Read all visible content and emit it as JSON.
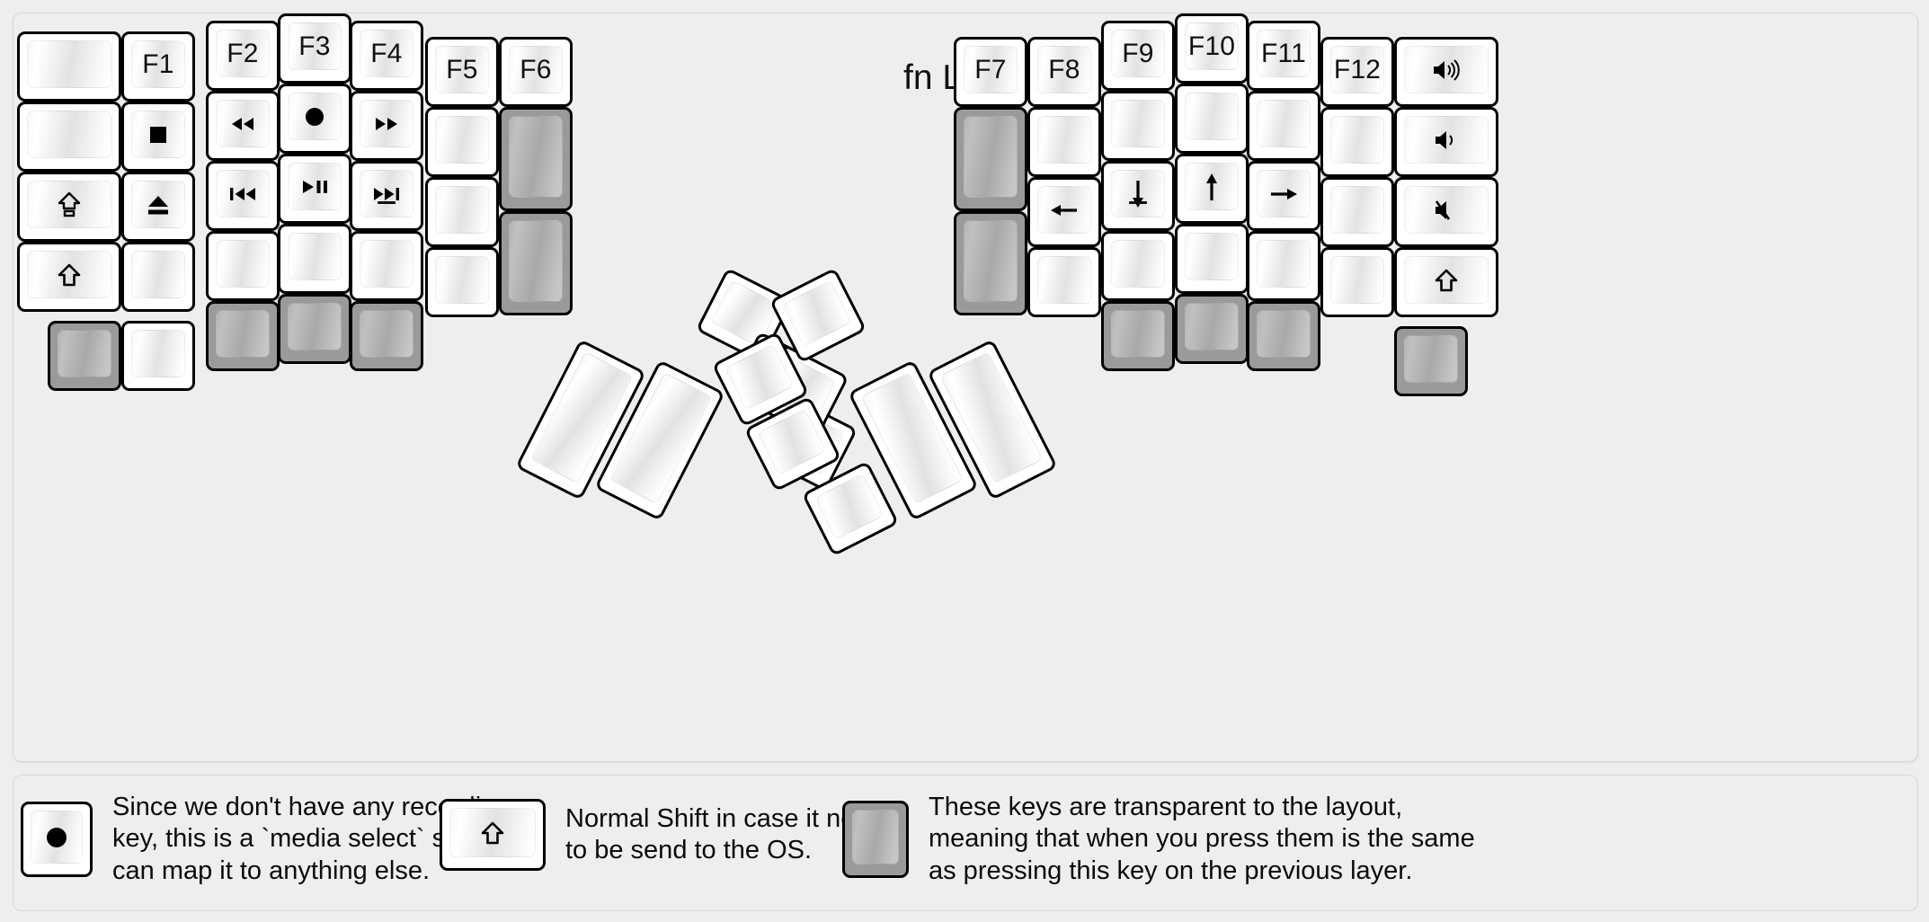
{
  "title": "fn Layer",
  "colors": {
    "background": "#eeeeee",
    "key_face": "#ffffff",
    "key_border": "#000000",
    "transparent_key": "#9a9a9a",
    "text": "#111111"
  },
  "left_half": {
    "columns": [
      {
        "name": "col-pinky-outer",
        "keys": [
          {
            "label": "",
            "icon": "",
            "type": "normal",
            "width": "1.5u"
          },
          {
            "label": "",
            "icon": "",
            "type": "normal",
            "width": "1.5u"
          },
          {
            "label": "",
            "icon": "caps-lock-icon",
            "type": "normal",
            "width": "1.5u"
          },
          {
            "label": "",
            "icon": "shift-icon",
            "type": "normal",
            "width": "1.5u"
          },
          {
            "label": "",
            "icon": "",
            "type": "transparent",
            "width": "1u"
          }
        ]
      },
      {
        "name": "col-pinky",
        "keys": [
          {
            "label": "F1",
            "icon": "",
            "type": "normal"
          },
          {
            "label": "",
            "icon": "media-stop-icon",
            "type": "normal"
          },
          {
            "label": "",
            "icon": "media-eject-icon",
            "type": "normal"
          },
          {
            "label": "",
            "icon": "",
            "type": "normal"
          },
          {
            "label": "",
            "icon": "",
            "type": "normal"
          }
        ]
      },
      {
        "name": "col-ring",
        "keys": [
          {
            "label": "F2",
            "icon": "",
            "type": "normal"
          },
          {
            "label": "",
            "icon": "media-rewind-icon",
            "type": "normal"
          },
          {
            "label": "",
            "icon": "media-previous-icon",
            "type": "normal"
          },
          {
            "label": "",
            "icon": "",
            "type": "normal"
          },
          {
            "label": "",
            "icon": "",
            "type": "transparent"
          }
        ]
      },
      {
        "name": "col-middle",
        "keys": [
          {
            "label": "F3",
            "icon": "",
            "type": "normal"
          },
          {
            "label": "",
            "icon": "media-record-icon",
            "type": "normal"
          },
          {
            "label": "",
            "icon": "media-play-pause-icon",
            "type": "normal"
          },
          {
            "label": "",
            "icon": "",
            "type": "normal"
          },
          {
            "label": "",
            "icon": "",
            "type": "transparent"
          }
        ]
      },
      {
        "name": "col-index",
        "keys": [
          {
            "label": "F4",
            "icon": "",
            "type": "normal"
          },
          {
            "label": "",
            "icon": "media-fast-forward-icon",
            "type": "normal"
          },
          {
            "label": "",
            "icon": "media-next-icon",
            "type": "normal",
            "homing": true
          },
          {
            "label": "",
            "icon": "",
            "type": "normal"
          },
          {
            "label": "",
            "icon": "",
            "type": "transparent"
          }
        ]
      },
      {
        "name": "col-inner-1",
        "keys": [
          {
            "label": "F5",
            "icon": "",
            "type": "normal"
          },
          {
            "label": "",
            "icon": "",
            "type": "normal"
          },
          {
            "label": "",
            "icon": "",
            "type": "normal"
          },
          {
            "label": "",
            "icon": "",
            "type": "normal"
          }
        ]
      },
      {
        "name": "col-inner-2",
        "keys": [
          {
            "label": "F6",
            "icon": "",
            "type": "normal"
          },
          {
            "label": "",
            "icon": "",
            "type": "transparent",
            "height": "1.5u"
          },
          {
            "label": "",
            "icon": "",
            "type": "transparent",
            "height": "1.5u"
          }
        ]
      }
    ],
    "thumb_cluster": {
      "name": "left-thumb-cluster",
      "keys": [
        {
          "label": "",
          "icon": "",
          "type": "normal",
          "size": "2u-vertical"
        },
        {
          "label": "",
          "icon": "",
          "type": "normal",
          "size": "2u-vertical"
        },
        {
          "label": "",
          "icon": "",
          "type": "normal",
          "size": "1u"
        },
        {
          "label": "",
          "icon": "",
          "type": "normal",
          "size": "1u"
        },
        {
          "label": "",
          "icon": "",
          "type": "normal",
          "size": "1u"
        },
        {
          "label": "",
          "icon": "",
          "type": "normal",
          "size": "1u"
        }
      ]
    }
  },
  "right_half": {
    "columns": [
      {
        "name": "col-inner-2",
        "keys": [
          {
            "label": "F7",
            "icon": "",
            "type": "normal"
          },
          {
            "label": "",
            "icon": "",
            "type": "transparent",
            "height": "1.5u"
          },
          {
            "label": "",
            "icon": "",
            "type": "transparent",
            "height": "1.5u"
          }
        ]
      },
      {
        "name": "col-inner-1",
        "keys": [
          {
            "label": "F8",
            "icon": "",
            "type": "normal"
          },
          {
            "label": "",
            "icon": "",
            "type": "normal"
          },
          {
            "label": "",
            "icon": "arrow-left-icon",
            "type": "normal"
          },
          {
            "label": "",
            "icon": "",
            "type": "normal"
          }
        ]
      },
      {
        "name": "col-index",
        "keys": [
          {
            "label": "F9",
            "icon": "",
            "type": "normal"
          },
          {
            "label": "",
            "icon": "",
            "type": "normal"
          },
          {
            "label": "",
            "icon": "arrow-down-icon",
            "type": "normal",
            "homing": true
          },
          {
            "label": "",
            "icon": "",
            "type": "normal"
          },
          {
            "label": "",
            "icon": "",
            "type": "transparent"
          }
        ]
      },
      {
        "name": "col-middle",
        "keys": [
          {
            "label": "F10",
            "icon": "",
            "type": "normal"
          },
          {
            "label": "",
            "icon": "",
            "type": "normal"
          },
          {
            "label": "",
            "icon": "arrow-up-icon",
            "type": "normal"
          },
          {
            "label": "",
            "icon": "",
            "type": "normal"
          },
          {
            "label": "",
            "icon": "",
            "type": "transparent"
          }
        ]
      },
      {
        "name": "col-ring",
        "keys": [
          {
            "label": "F11",
            "icon": "",
            "type": "normal"
          },
          {
            "label": "",
            "icon": "",
            "type": "normal"
          },
          {
            "label": "",
            "icon": "arrow-right-icon",
            "type": "normal"
          },
          {
            "label": "",
            "icon": "",
            "type": "normal"
          },
          {
            "label": "",
            "icon": "",
            "type": "transparent"
          }
        ]
      },
      {
        "name": "col-pinky",
        "keys": [
          {
            "label": "F12",
            "icon": "",
            "type": "normal"
          },
          {
            "label": "",
            "icon": "",
            "type": "normal"
          },
          {
            "label": "",
            "icon": "",
            "type": "normal"
          },
          {
            "label": "",
            "icon": "",
            "type": "normal"
          }
        ]
      },
      {
        "name": "col-pinky-outer",
        "keys": [
          {
            "label": "",
            "icon": "volume-up-icon",
            "type": "normal",
            "width": "1.5u"
          },
          {
            "label": "",
            "icon": "volume-down-icon",
            "type": "normal",
            "width": "1.5u"
          },
          {
            "label": "",
            "icon": "volume-mute-icon",
            "type": "normal",
            "width": "1.5u"
          },
          {
            "label": "",
            "icon": "shift-icon",
            "type": "normal",
            "width": "1.5u"
          },
          {
            "label": "",
            "icon": "",
            "type": "transparent",
            "width": "1u"
          }
        ]
      }
    ],
    "thumb_cluster": {
      "name": "right-thumb-cluster",
      "keys": [
        {
          "label": "",
          "icon": "",
          "type": "normal",
          "size": "1u"
        },
        {
          "label": "",
          "icon": "",
          "type": "normal",
          "size": "1u"
        },
        {
          "label": "",
          "icon": "",
          "type": "normal",
          "size": "1u"
        },
        {
          "label": "",
          "icon": "",
          "type": "normal",
          "size": "1u"
        },
        {
          "label": "",
          "icon": "",
          "type": "normal",
          "size": "2u-vertical"
        },
        {
          "label": "",
          "icon": "",
          "type": "normal",
          "size": "2u-vertical"
        }
      ]
    }
  },
  "legend": [
    {
      "key_icon": "media-record-icon",
      "key_type": "normal",
      "text": "Since we don't have any recording\nkey, this is a `media select` so user\ncan map it to anything else."
    },
    {
      "key_icon": "shift-icon",
      "key_type": "normal",
      "text": "Normal Shift in case it needs\nto be send to the OS."
    },
    {
      "key_icon": "",
      "key_type": "transparent",
      "text": "These keys are transparent to the layout,\nmeaning that when you press them is the same\nas pressing this key on the previous layer."
    }
  ]
}
